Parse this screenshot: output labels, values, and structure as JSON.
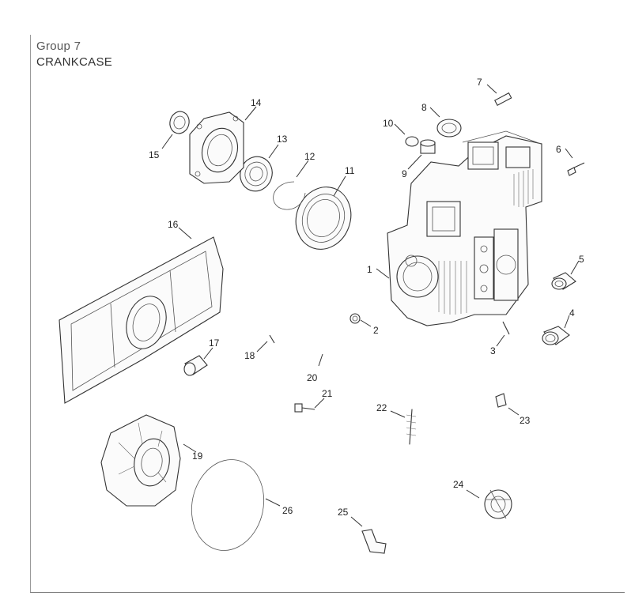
{
  "header": {
    "group": "Group 7",
    "title": "CRANKCASE"
  },
  "callouts": [
    "1",
    "2",
    "3",
    "4",
    "5",
    "6",
    "7",
    "8",
    "9",
    "10",
    "11",
    "12",
    "13",
    "14",
    "15",
    "16",
    "17",
    "18",
    "19",
    "20",
    "21",
    "22",
    "23",
    "24",
    "25",
    "26"
  ]
}
